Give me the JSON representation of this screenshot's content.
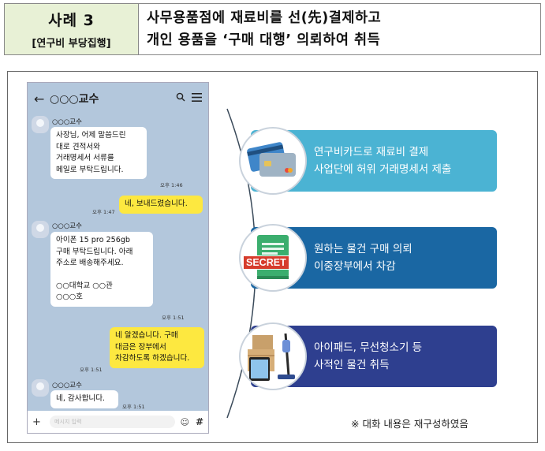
{
  "header": {
    "case_title": "사례 3",
    "case_category": "[연구비 부당집행]",
    "desc_line1": "사무용품점에 재료비를 선(先)결제하고",
    "desc_line2": "개인 용품을 ‘구매 대행’ 의뢰하여 취득"
  },
  "chat": {
    "back_icon": "←",
    "room_title": "○○○교수",
    "search_icon": "search-icon",
    "menu_icon": "menu-icon",
    "messages": [
      {
        "sender": "○○○교수",
        "lines": [
          "사장님, 어제 말씀드린",
          "대로 견적서와",
          "거래명세서 서류를",
          "메일로 부탁드립니다."
        ],
        "time": "오후 1:46"
      },
      {
        "lines": [
          "네, 보내드렸습니다."
        ],
        "time": "오후 1:47"
      },
      {
        "sender": "○○○교수",
        "lines": [
          "아이폰 15 pro 256gb",
          "구매 부탁드립니다. 아래",
          "주소로 배송해주세요.",
          "",
          "○○대학교 ○○관",
          "○○○호"
        ],
        "time": "오후 1:51"
      },
      {
        "lines": [
          "네 알겠습니다. 구매",
          "대금은 장부에서",
          "차감하도록 하겠습니다."
        ],
        "time": "오후 1:51"
      },
      {
        "sender": "○○○교수",
        "lines": [
          "네, 감사합니다."
        ],
        "time": "오후 1:51"
      }
    ],
    "input_placeholder": "메시지 입력",
    "plus_label": "+",
    "hash_label": "#"
  },
  "panels": [
    {
      "icon": "credit-card-icon",
      "line1": "연구비카드로 재료비 결제",
      "line2": "사업단에 허위 거래명세서 제출",
      "color": "#4bb3d3"
    },
    {
      "icon": "secret-ledger-icon",
      "badge": "SECRET",
      "line1": "원하는 물건 구매 의뢰",
      "line2": "이중장부에서 차감",
      "color": "#1a67a3"
    },
    {
      "icon": "ipad-vacuum-icon",
      "line1": "아이패드, 무선청소기 등",
      "line2": "사적인 물건 취득",
      "color": "#2e3f8f"
    }
  ],
  "note": "※ 대화 내용은 재구성하였음"
}
